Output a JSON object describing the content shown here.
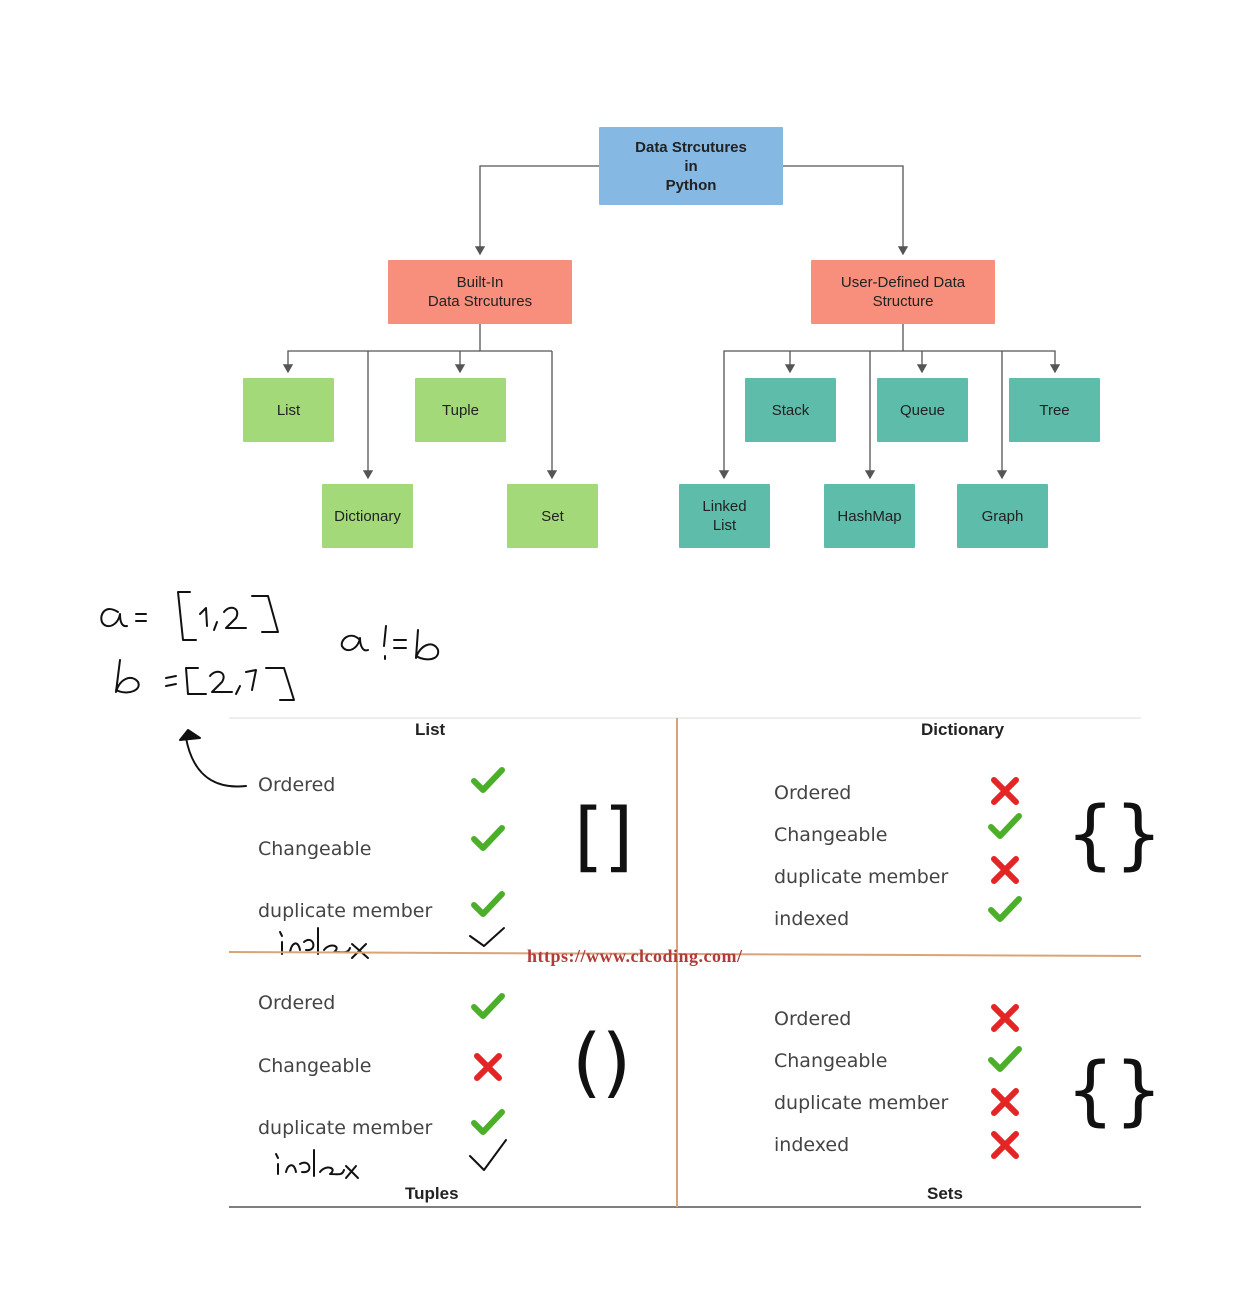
{
  "tree": {
    "root": "Data Strcutures\nin\nPython",
    "builtin": "Built-In\nData Strcutures",
    "userdefined": "User-Defined Data\nStructure",
    "builtin_children": [
      "List",
      "Tuple",
      "Dictionary",
      "Set"
    ],
    "user_children": [
      "Stack",
      "Queue",
      "Tree",
      "Linked\nList",
      "HashMap",
      "Graph"
    ]
  },
  "handwriting": {
    "line1": "a= [1,2]",
    "line2": "b =[2,1]",
    "line3": "a != b",
    "list_note": "index",
    "tuple_note": "index"
  },
  "comparison": {
    "watermark": "https://www.clcoding.com/",
    "list": {
      "title": "List",
      "bracket": "[]",
      "rows": [
        {
          "label": "Ordered",
          "value": true
        },
        {
          "label": "Changeable",
          "value": true
        },
        {
          "label": "duplicate member",
          "value": true
        }
      ]
    },
    "dictionary": {
      "title": "Dictionary",
      "bracket": "{}",
      "rows": [
        {
          "label": "Ordered",
          "value": false
        },
        {
          "label": "Changeable",
          "value": true
        },
        {
          "label": "duplicate member",
          "value": false
        },
        {
          "label": "indexed",
          "value": true
        }
      ]
    },
    "tuples": {
      "title": "Tuples",
      "bracket": "()",
      "rows": [
        {
          "label": "Ordered",
          "value": true
        },
        {
          "label": "Changeable",
          "value": false
        },
        {
          "label": "duplicate member",
          "value": true
        }
      ]
    },
    "sets": {
      "title": "Sets",
      "bracket": "{}",
      "rows": [
        {
          "label": "Ordered",
          "value": false
        },
        {
          "label": "Changeable",
          "value": true
        },
        {
          "label": "duplicate member",
          "value": false
        },
        {
          "label": "indexed",
          "value": false
        }
      ]
    }
  },
  "colors": {
    "root": "#85b8e3",
    "category": "#f88f7d",
    "builtin": "#a4d97a",
    "userdefined": "#5ebcaa",
    "check": "#4caf2a",
    "cross": "#e32525",
    "divider": "#d9a577"
  }
}
